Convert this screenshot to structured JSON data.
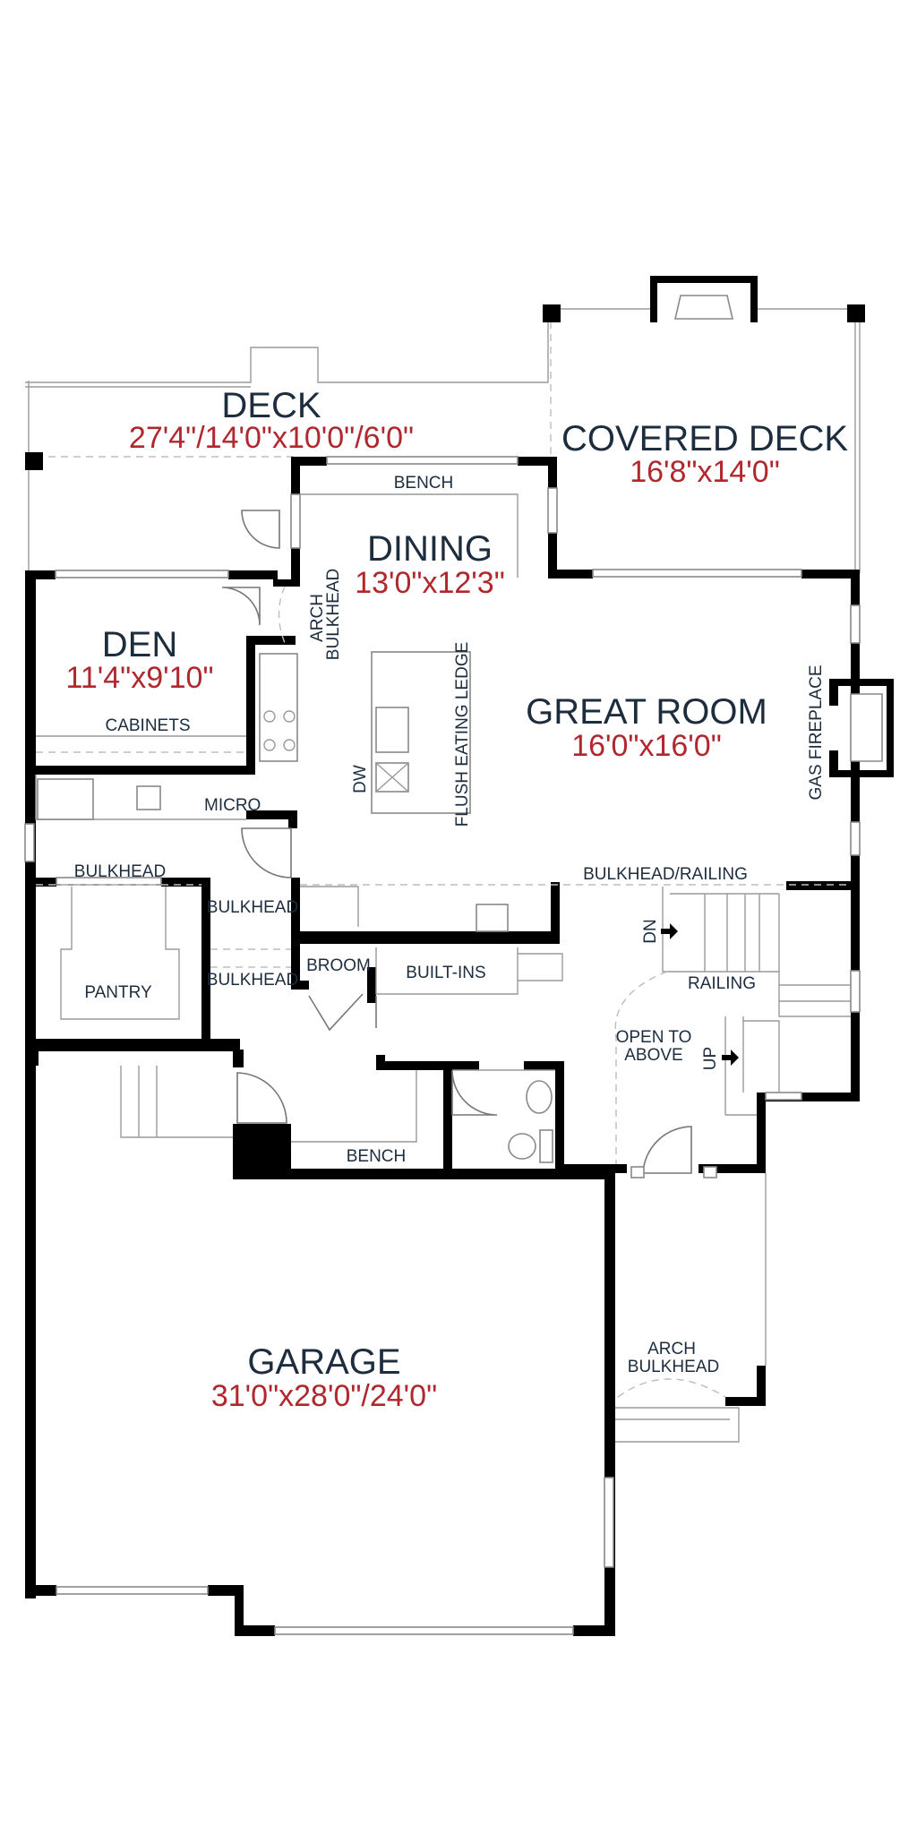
{
  "rooms": {
    "deck": {
      "name": "DECK",
      "size": "27'4\"/14'0\"x10'0\"/6'0\""
    },
    "covered_deck": {
      "name": "COVERED DECK",
      "size": "16'8\"x14'0\""
    },
    "dining": {
      "name": "DINING",
      "size": "13'0\"x12'3\""
    },
    "den": {
      "name": "DEN",
      "size": "11'4\"x9'10\""
    },
    "great_room": {
      "name": "GREAT ROOM",
      "size": "16'0\"x16'0\""
    },
    "garage": {
      "name": "GARAGE",
      "size": "31'0\"x28'0\"/24'0\""
    }
  },
  "labels": {
    "bench_dining": "BENCH",
    "arch_bulkhead_dining_1": "ARCH",
    "arch_bulkhead_dining_2": "BULKHEAD",
    "cabinets": "CABINETS",
    "micro": "MICRO",
    "dw": "DW",
    "flush_eating_ledge": "FLUSH EATING LEDGE",
    "gas_fireplace": "GAS FIREPLACE",
    "bulkhead_pantry": "BULKHEAD",
    "bulkhead_hall_1": "BULKHEAD",
    "bulkhead_hall_2": "BULKHEAD",
    "bulkhead_railing": "BULKHEAD/RAILING",
    "broom": "BROOM",
    "built_ins": "BUILT-INS",
    "pantry": "PANTRY",
    "dn": "DN",
    "railing": "RAILING",
    "open_to_above_1": "OPEN TO",
    "open_to_above_2": "ABOVE",
    "up": "UP",
    "bench_mudroom": "BENCH",
    "arch_bulkhead_entry_1": "ARCH",
    "arch_bulkhead_entry_2": "BULKHEAD"
  }
}
